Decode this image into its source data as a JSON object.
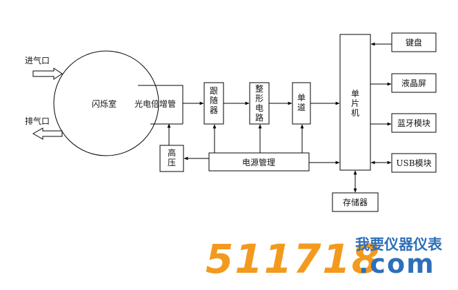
{
  "diagram": {
    "inlet_label": "进气口",
    "outlet_label": "排气口",
    "scint_chamber": "闪烁室",
    "pmt": "光电倍增管",
    "follower": "跟随器",
    "shaping": "整形电路",
    "single_channel": "单道",
    "hv": "高压",
    "power_mgmt": "电源管理",
    "mcu": "单片机",
    "keyboard": "键盘",
    "lcd": "液晶屏",
    "bluetooth": "蓝牙模块",
    "usb": "USB模块",
    "storage": "存储器"
  },
  "watermark": {
    "number": "511718",
    "cn": "我要仪器仪表",
    "domain": ".com"
  },
  "colors": {
    "line": "#000000",
    "logo_orange": "#f39a1e",
    "logo_blue": "#2e6fba"
  }
}
